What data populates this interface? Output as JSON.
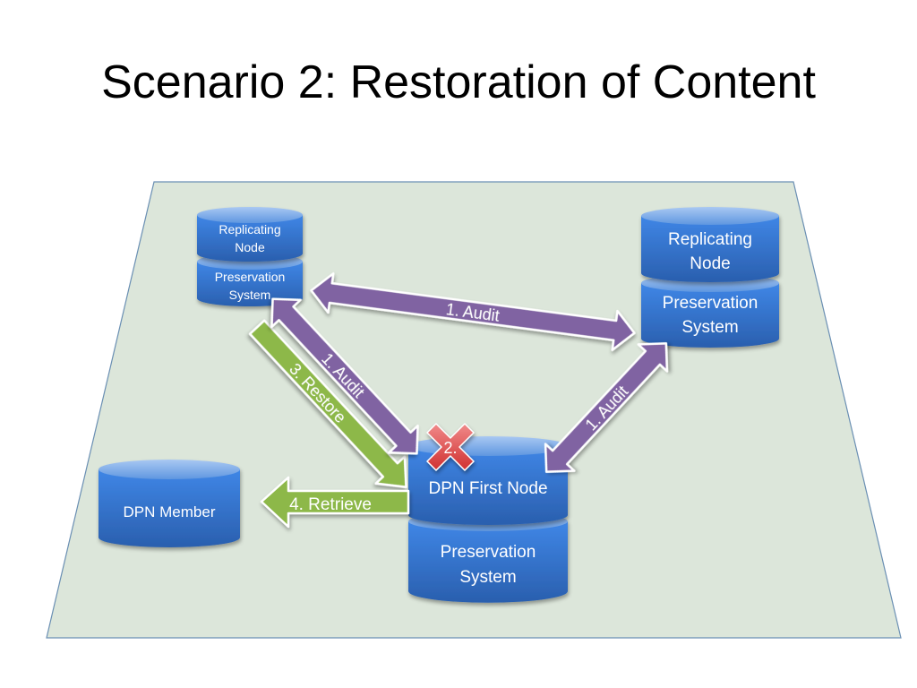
{
  "slide": {
    "title": "Scenario 2: Restoration of Content"
  },
  "nodes": {
    "left_replicating": {
      "line1": "Replicating",
      "line2": "Node"
    },
    "left_preservation": {
      "line1": "Preservation",
      "line2": "System"
    },
    "right_replicating": {
      "line1": "Replicating",
      "line2": "Node"
    },
    "right_preservation": {
      "line1": "Preservation",
      "line2": "System"
    },
    "first_node": {
      "label": "DPN First Node"
    },
    "first_preservation": {
      "line1": "Preservation",
      "line2": "System"
    },
    "member": {
      "label": "DPN Member"
    }
  },
  "arrows": {
    "audit_top": "1. Audit",
    "audit_left": "1. Audit",
    "audit_right": "1. Audit",
    "restore": "3. Restore",
    "retrieve": "4. Retrieve"
  },
  "failure_marker": {
    "label": "2."
  },
  "colors": {
    "plane_fill": "#dce6da",
    "plane_stroke": "#6a8fb3",
    "cylinder_fill": "#3f7fd6",
    "audit_arrow": "#8064a2",
    "restore_arrow": "#8db84a",
    "failure_marker": "#e04040"
  }
}
